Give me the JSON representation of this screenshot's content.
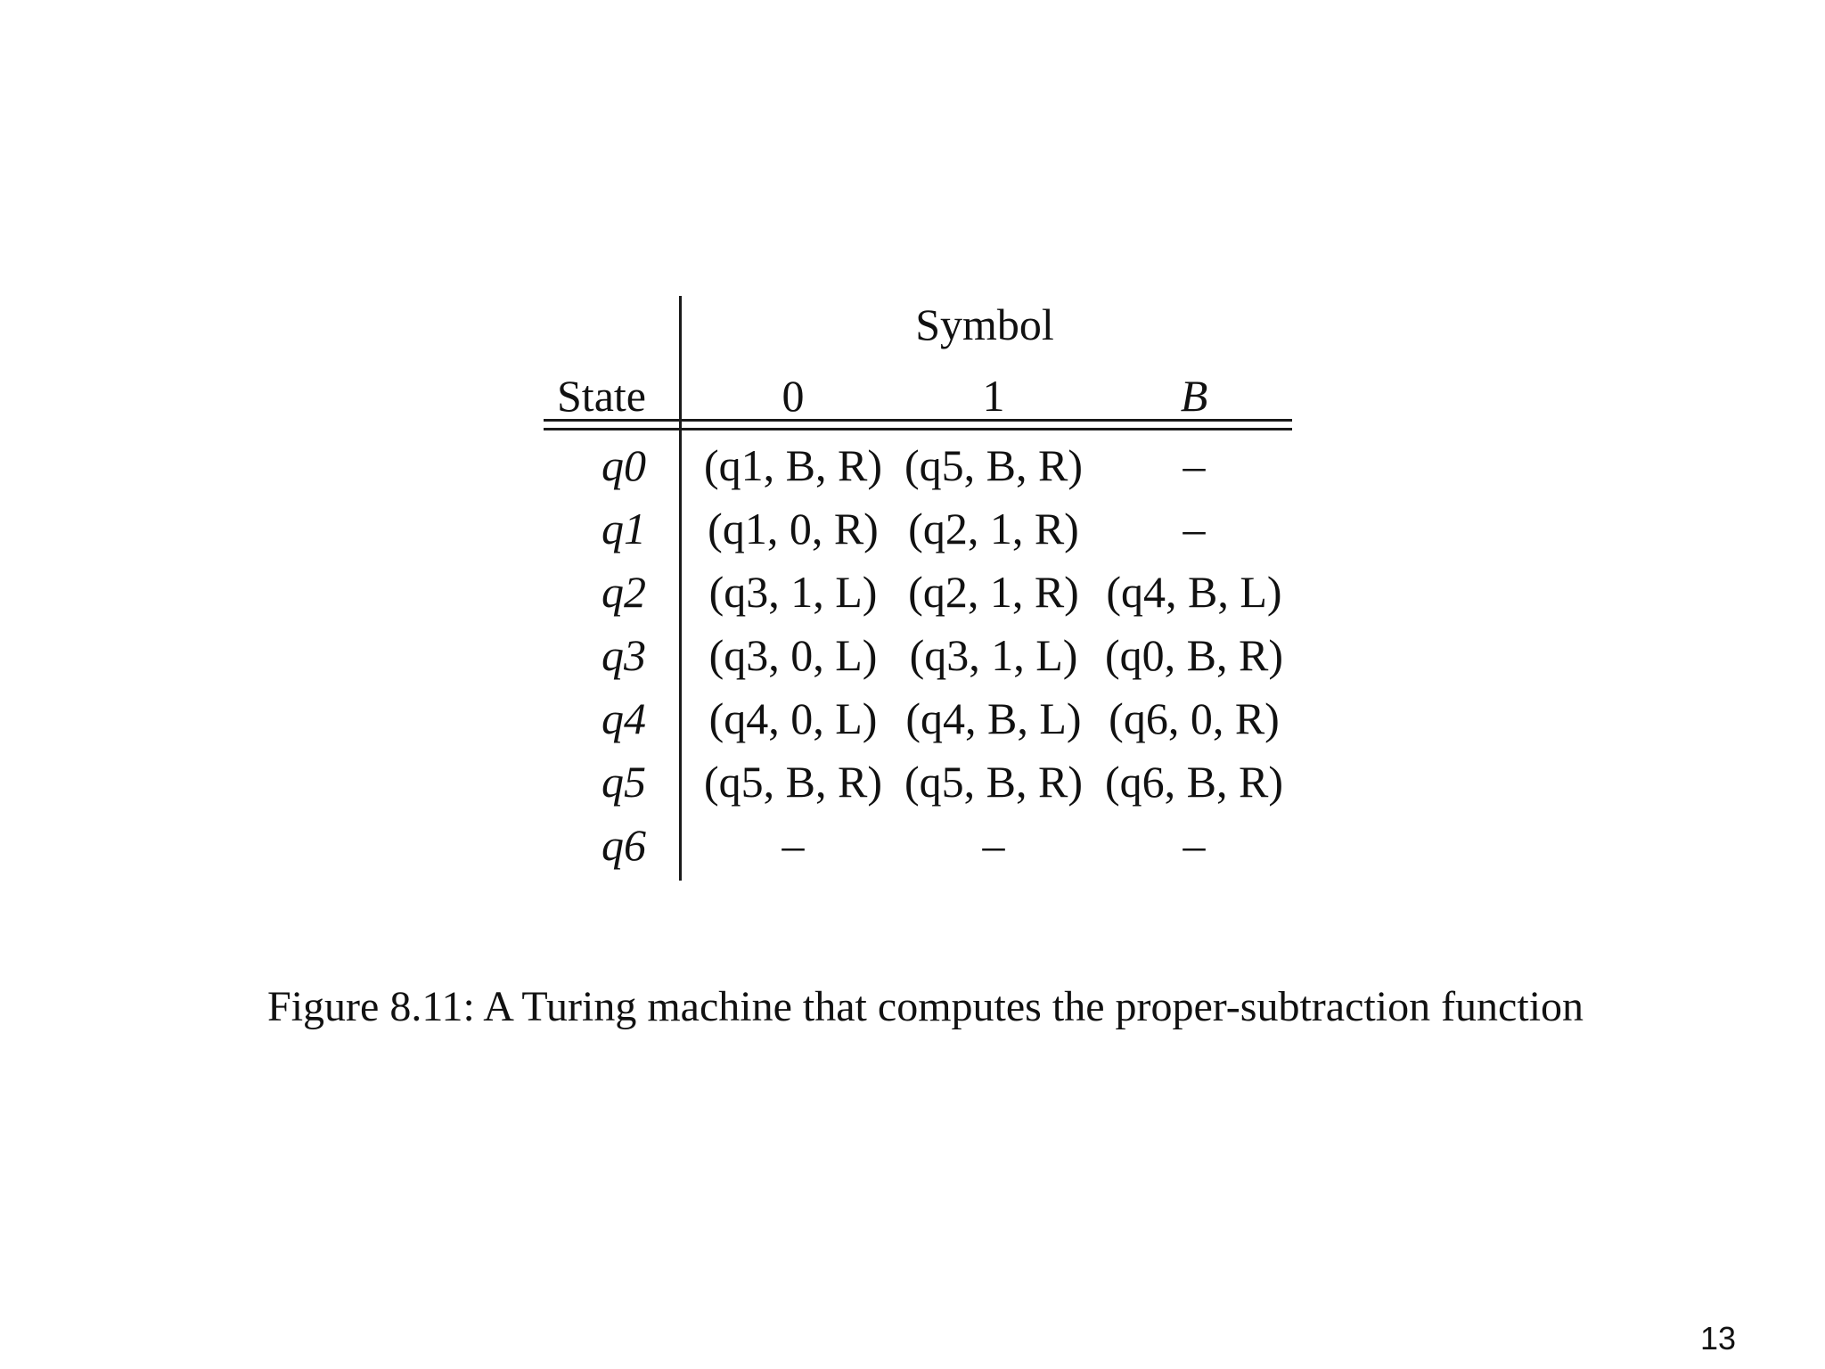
{
  "table": {
    "symbol_header": "Symbol",
    "state_header": "State",
    "symbols": [
      "0",
      "1",
      "B"
    ],
    "rows": [
      {
        "state": "q0",
        "cells": [
          "(q1, B, R)",
          "(q5, B, R)",
          "–"
        ]
      },
      {
        "state": "q1",
        "cells": [
          "(q1, 0, R)",
          "(q2, 1, R)",
          "–"
        ]
      },
      {
        "state": "q2",
        "cells": [
          "(q3, 1, L)",
          "(q2, 1, R)",
          "(q4, B, L)"
        ]
      },
      {
        "state": "q3",
        "cells": [
          "(q3, 0, L)",
          "(q3, 1, L)",
          "(q0, B, R)"
        ]
      },
      {
        "state": "q4",
        "cells": [
          "(q4, 0, L)",
          "(q4, B, L)",
          "(q6, 0, R)"
        ]
      },
      {
        "state": "q5",
        "cells": [
          "(q5, B, R)",
          "(q5, B, R)",
          "(q6, B, R)"
        ]
      },
      {
        "state": "q6",
        "cells": [
          "–",
          "–",
          "–"
        ]
      }
    ]
  },
  "caption": "Figure 8.11: A Turing machine that computes the proper-subtraction function",
  "page_number": "13"
}
